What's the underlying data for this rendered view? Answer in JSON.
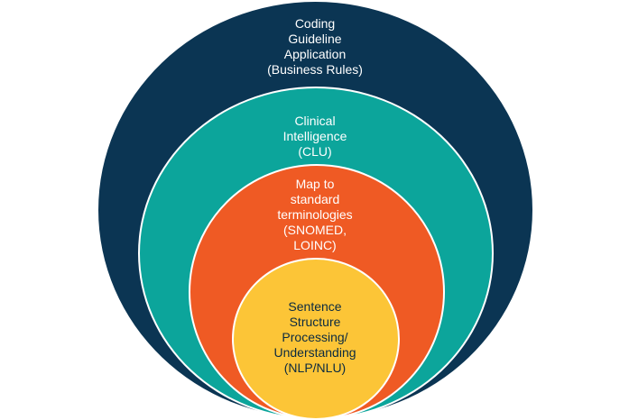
{
  "diagram": {
    "layers": [
      {
        "id": "outer",
        "label": "Coding\nGuideline\nApplication\n(Business Rules)",
        "color": "#0b3553"
      },
      {
        "id": "second",
        "label": "Clinical\nIntelligence\n(CLU)",
        "color": "#0ca59b"
      },
      {
        "id": "third",
        "label": "Map to\nstandard\nterminologies\n(SNOMED,\nLOINC)",
        "color": "#ef5a24"
      },
      {
        "id": "inner",
        "label": "Sentence\nStructure\nProcessing/\nUnderstanding\n(NLP/NLU)",
        "color": "#fcc537"
      }
    ]
  }
}
